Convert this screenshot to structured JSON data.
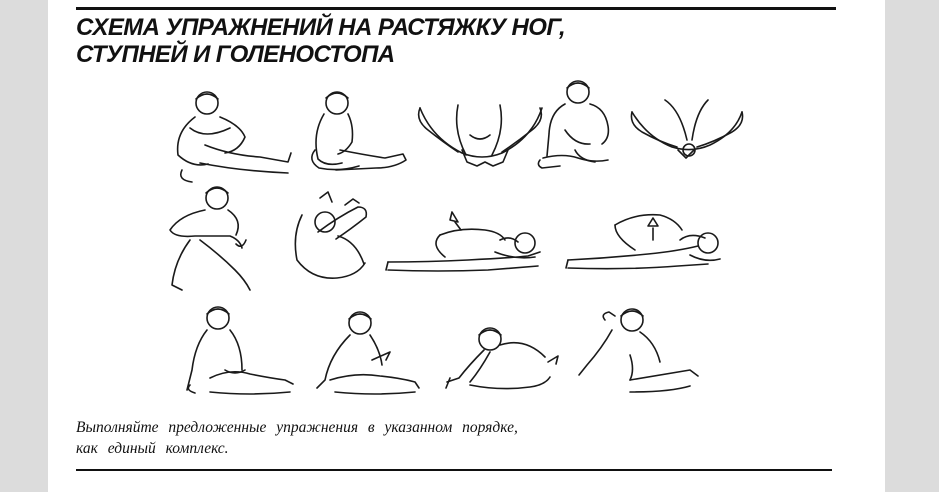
{
  "title": {
    "line1": "СХЕМА УПРАЖНЕНИЙ НА РАСТЯЖКУ НОГ,",
    "line2": "СТУПНЕЙ И ГОЛЕНОСТОПА"
  },
  "caption": {
    "line1": "Выполняйте предложенные упражнения в указанном порядке,",
    "line2": "как единый комплекс."
  },
  "illustrations": {
    "row1": [
      "seated-hamstring-stretch-figure",
      "seated-foot-hold-figure",
      "butterfly-stretch-figure",
      "seated-ankle-stretch-figure",
      "butterfly-forward-bend-figure"
    ],
    "row2": [
      "knee-hug-seated-figure",
      "curled-knee-to-chest-figure",
      "side-lying-quad-stretch-left-figure",
      "side-lying-quad-stretch-right-figure"
    ],
    "row3": [
      "hurdler-stretch-upright-figure",
      "hurdler-stretch-lean-figure",
      "hurdler-forward-reach-figure",
      "twisted-seated-stretch-figure"
    ]
  }
}
